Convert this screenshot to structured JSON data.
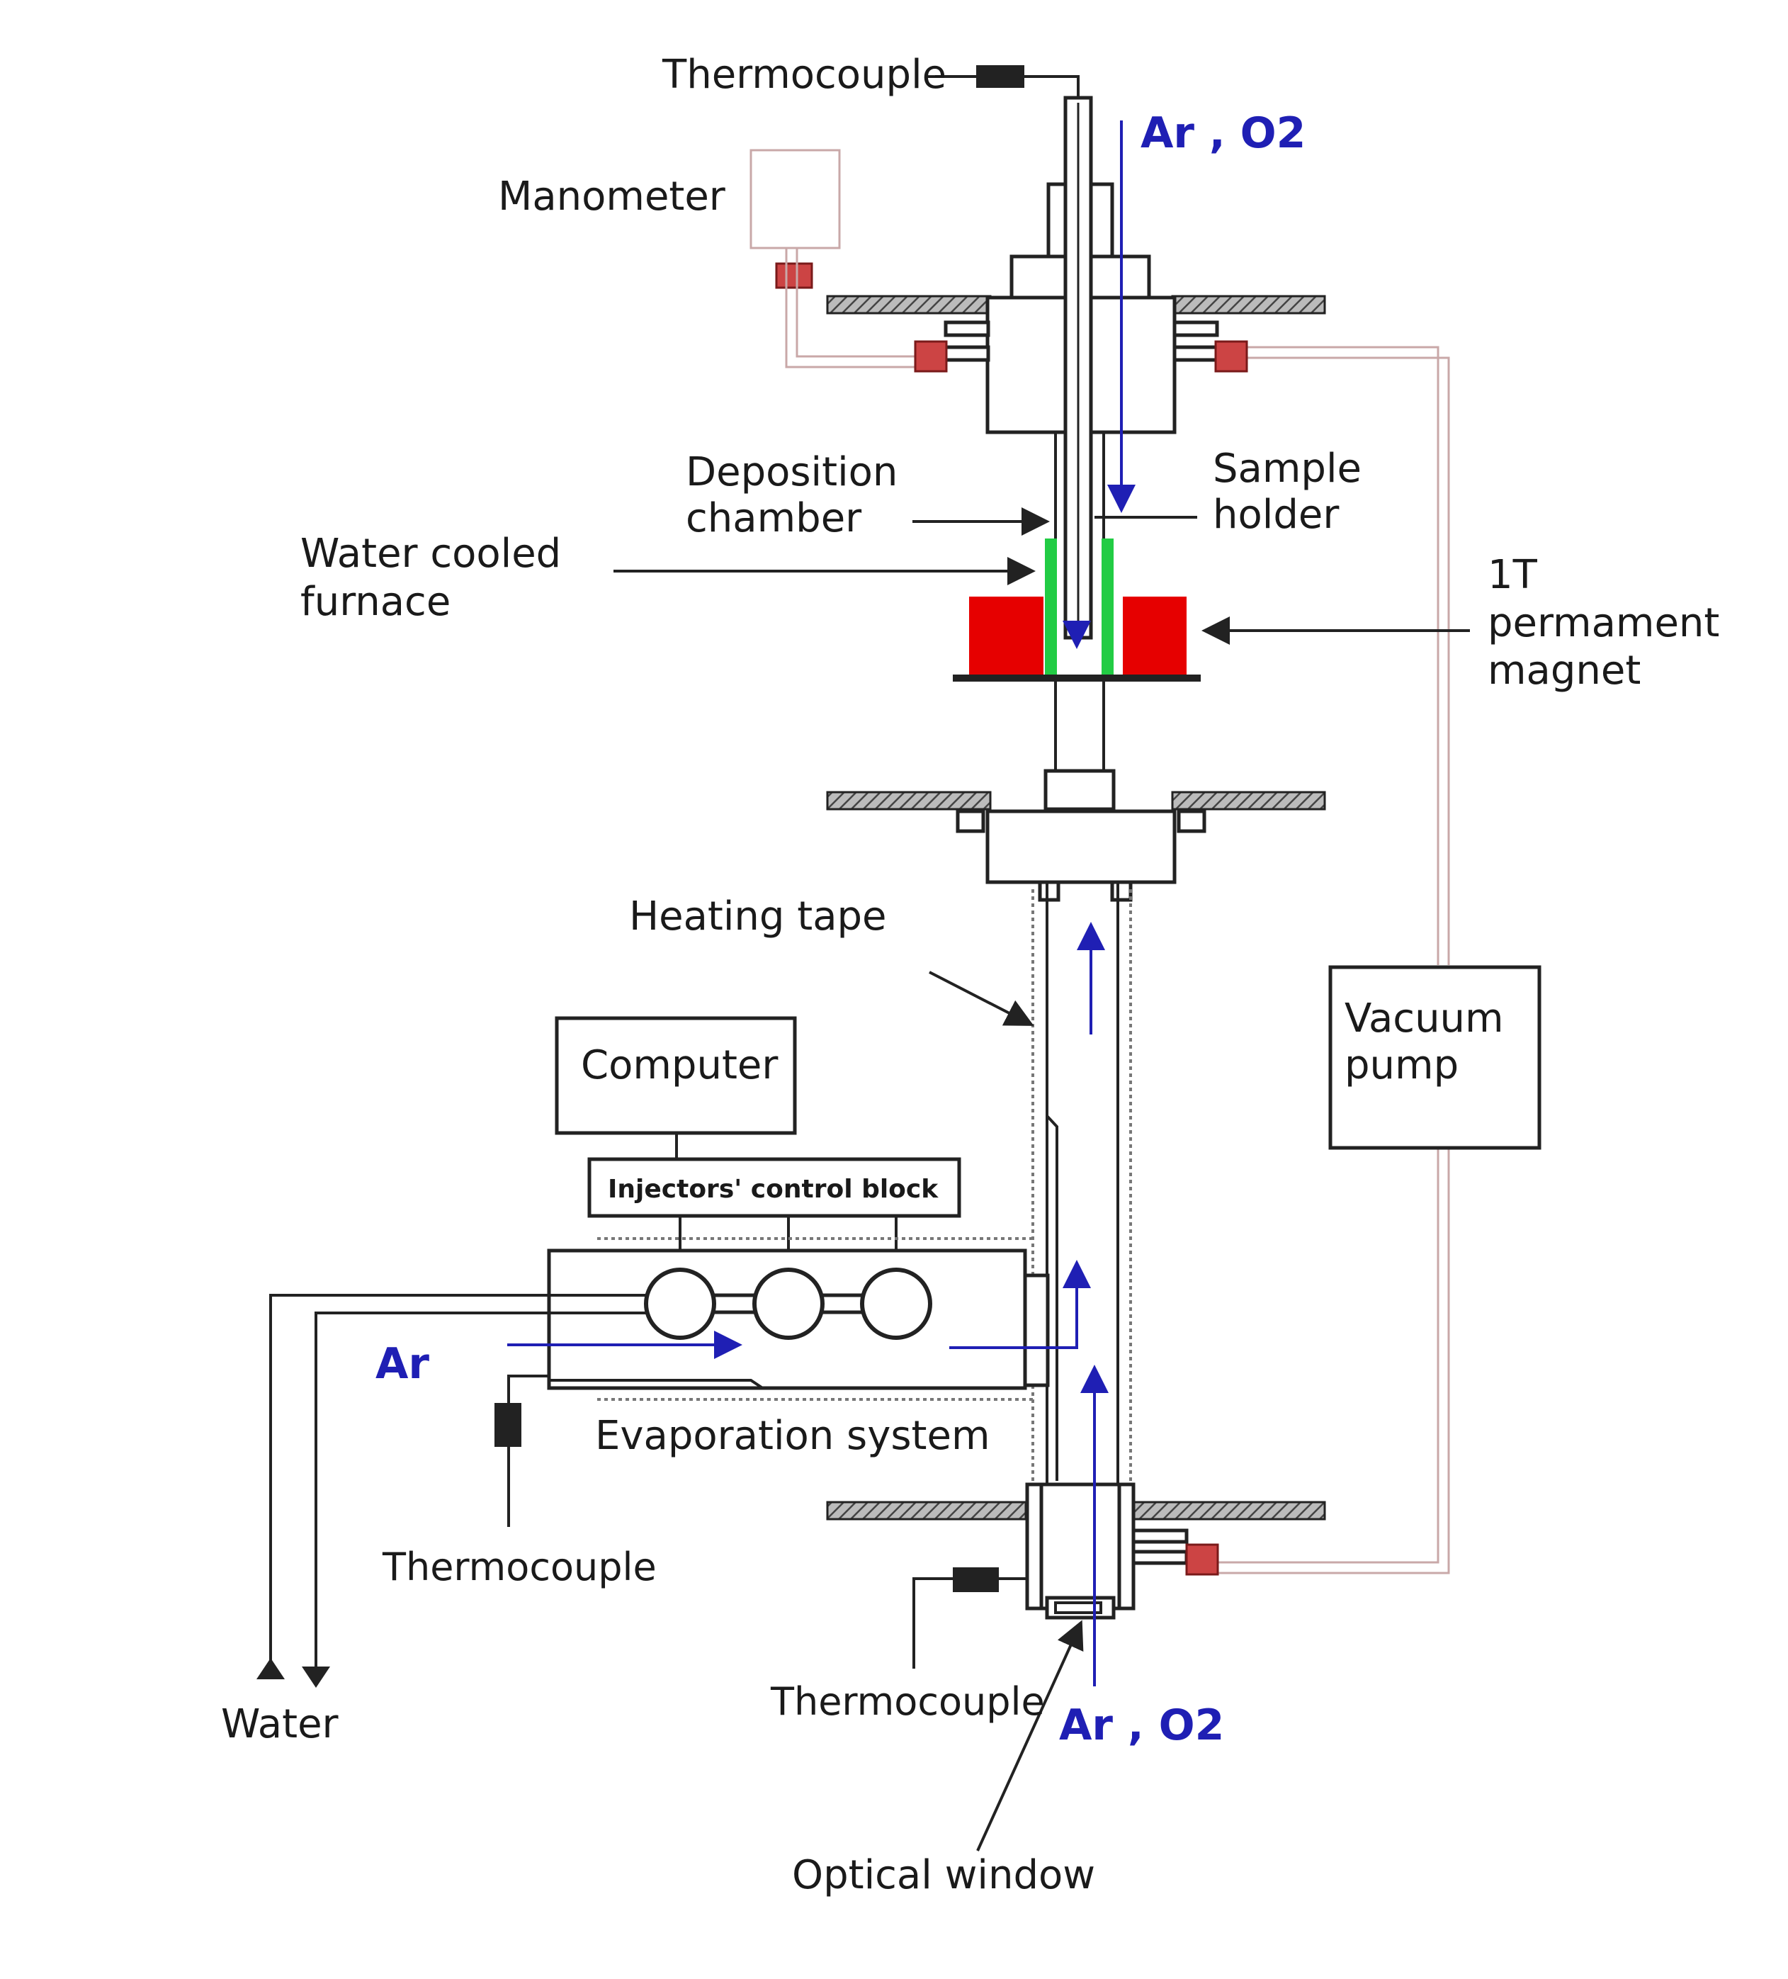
{
  "labels": {
    "thermocouple_top": "Thermocouple",
    "gas_top": "Ar , O2",
    "manometer": "Manometer",
    "deposition_chamber_1": "Deposition",
    "deposition_chamber_2": "chamber",
    "sample_holder_1": "Sample",
    "sample_holder_2": "holder",
    "water_cooled_furnace_1": "Water cooled",
    "water_cooled_furnace_2": "furnace",
    "magnet_1": "1T",
    "magnet_2": "permament",
    "magnet_3": "magnet",
    "heating_tape": "Heating tape",
    "vacuum_pump_1": "Vacuum",
    "vacuum_pump_2": "pump",
    "computer": "Computer",
    "injectors_control_block": "Injectors' control block",
    "gas_ar": "Ar",
    "evaporation_system": "Evaporation system",
    "thermocouple_left": "Thermocouple",
    "water": "Water",
    "thermocouple_bottom": "Thermocouple",
    "gas_bottom": "Ar , O2",
    "optical_window": "Optical window"
  },
  "colors": {
    "magnet": "#e60000",
    "furnace": "#22cc44",
    "gas_flow": "#1f1fb4",
    "vacuum_line": "#c9a8a8",
    "connector": "#cc4444"
  }
}
